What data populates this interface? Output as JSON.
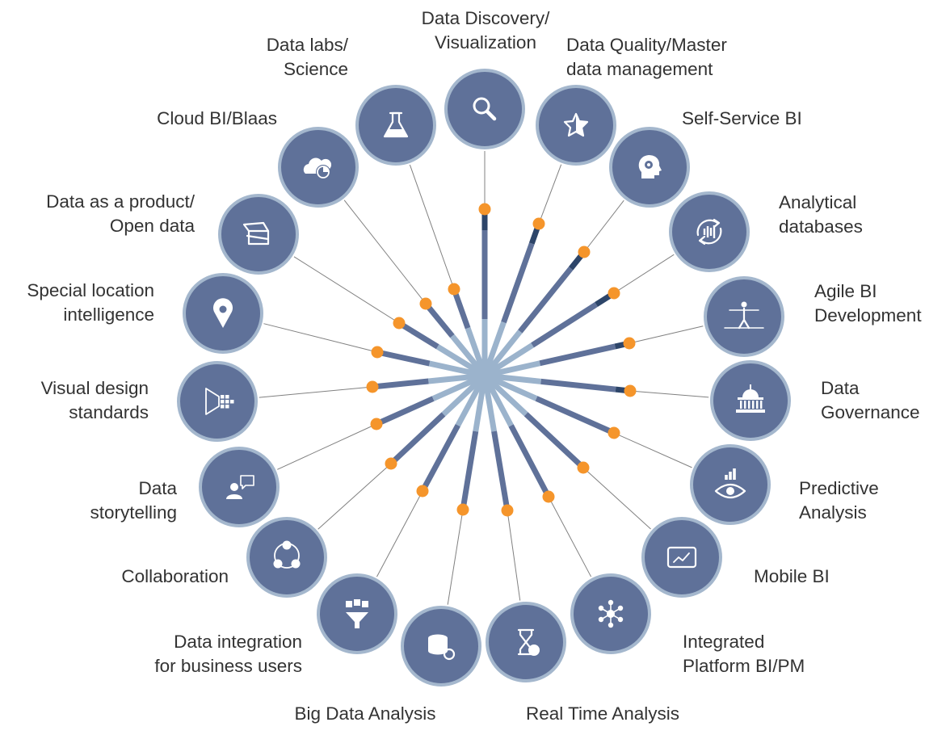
{
  "colors": {
    "circle_fill": "#5f7199",
    "circle_ring": "#a4b7cd",
    "spoke_inner": "#9bb3cc",
    "spoke_mid": "#5f7199",
    "spoke_tip": "#2d4569",
    "dot": "#f5952b",
    "connector": "#808080",
    "text": "#333333"
  },
  "items": [
    {
      "name": "data-discovery",
      "icon": "magnifier-icon",
      "lines": [
        "Data Discovery/",
        "Visualization"
      ]
    },
    {
      "name": "data-quality",
      "icon": "star-badge-icon",
      "lines": [
        "Data Quality/Master",
        "data management"
      ]
    },
    {
      "name": "self-service-bi",
      "icon": "head-gear-icon",
      "lines": [
        "Self-Service BI"
      ]
    },
    {
      "name": "analytical-databases",
      "icon": "refresh-chart-icon",
      "lines": [
        "Analytical",
        "databases"
      ]
    },
    {
      "name": "agile-bi",
      "icon": "tightrope-walker-icon",
      "lines": [
        "Agile BI",
        "Development"
      ]
    },
    {
      "name": "data-governance",
      "icon": "capitol-building-icon",
      "lines": [
        "Data",
        "Governance"
      ]
    },
    {
      "name": "predictive-analysis",
      "icon": "eye-chart-icon",
      "lines": [
        "Predictive",
        "Analysis"
      ]
    },
    {
      "name": "mobile-bi",
      "icon": "tablet-chart-icon",
      "lines": [
        "Mobile BI"
      ]
    },
    {
      "name": "integrated-platform",
      "icon": "network-hub-icon",
      "lines": [
        "Integrated",
        "Platform BI/PM"
      ]
    },
    {
      "name": "real-time-analysis",
      "icon": "hourglass-dollar-icon",
      "lines": [
        "Real Time Analysis"
      ]
    },
    {
      "name": "big-data-analysis",
      "icon": "database-gear-icon",
      "lines": [
        "Big Data Analysis"
      ]
    },
    {
      "name": "data-integration",
      "icon": "funnel-icon",
      "lines": [
        "Data integration",
        "for business users"
      ]
    },
    {
      "name": "collaboration",
      "icon": "collaboration-triangle-icon",
      "lines": [
        "Collaboration"
      ]
    },
    {
      "name": "data-storytelling",
      "icon": "speaker-bubble-icon",
      "lines": [
        "Data",
        "storytelling"
      ]
    },
    {
      "name": "visual-design-standards",
      "icon": "pixel-design-icon",
      "lines": [
        "Visual design",
        "standards"
      ]
    },
    {
      "name": "location-intelligence",
      "icon": "map-pin-icon",
      "lines": [
        "Special location",
        "intelligence"
      ]
    },
    {
      "name": "data-as-product",
      "icon": "open-box-icon",
      "lines": [
        "Data as a product/",
        "Open data"
      ]
    },
    {
      "name": "cloud-bi",
      "icon": "cloud-chart-icon",
      "lines": [
        "Cloud BI/Blaas"
      ]
    },
    {
      "name": "data-labs",
      "icon": "flask-icon",
      "lines": [
        "Data labs/",
        "Science"
      ]
    }
  ]
}
